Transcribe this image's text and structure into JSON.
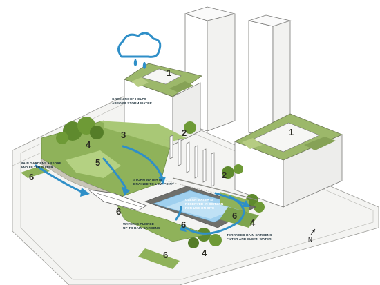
{
  "annotations": {
    "green_roof": [
      "GREEN ROOF HELPS",
      "ABSORB STORM WATER"
    ],
    "rain_gardens": [
      "RAIN GARDENS ABSORB",
      "AND FILTER WATER"
    ],
    "storm_drain": [
      "STORM WATER IS",
      "DRAINED TO LOW POINT"
    ],
    "cistern": [
      "CLEAN WATER IS",
      "RESERVED IN CISTERN",
      "FOR USE ON SITE"
    ],
    "pumped": [
      "WATER IS PUMPED",
      "UP TO RAIN GARDENS"
    ],
    "terraced": [
      "TERRACED RAIN GARDENS",
      "FILTER AND CLEAN WATER"
    ]
  },
  "labels": {
    "roof_left": "1",
    "roof_right": "1",
    "n2_top": "2",
    "n2_right": "2",
    "n3": "3",
    "n4_top": "4",
    "n4_right": "4",
    "n4_bottom": "4",
    "n5": "5",
    "n6_left": "6",
    "n6_mid": "6",
    "n6_pool": "6",
    "n6_right": "6",
    "n6_bottom": "6"
  },
  "north_label": "N",
  "colors": {
    "water_arrow": "#2f8fc8",
    "cloud": "#2f8fc8",
    "grass": "#8fb25a",
    "roof_green": "#9cb86a",
    "cistern_water": "#9fd0ef"
  }
}
